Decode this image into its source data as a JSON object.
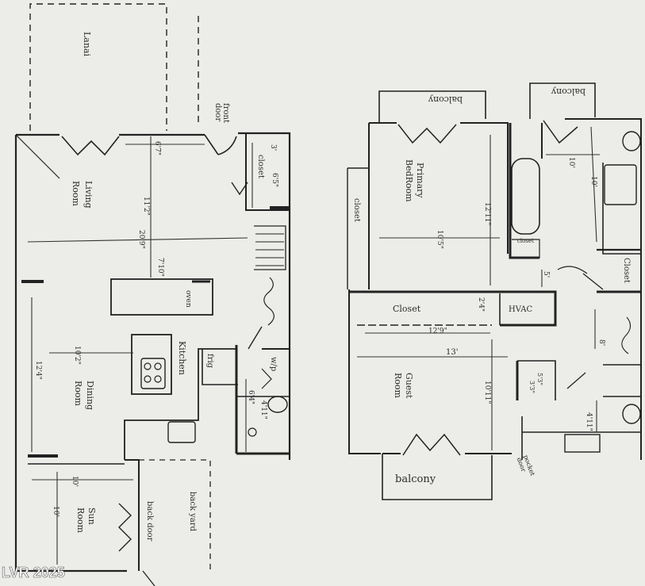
{
  "watermark": "LVR 2025",
  "first_floor": {
    "lanai": "Lanai",
    "front_door": [
      "front",
      "door"
    ],
    "closet": "closet",
    "closet_dims": [
      "3'",
      "6'5\""
    ],
    "living_room": [
      "Living",
      "Room"
    ],
    "dim_6_7": "6'7\"",
    "dim_11_2": "11'2\"",
    "dim_20_9": "20'9\"",
    "dim_7_10": "7'10\"",
    "oven": "oven",
    "kitchen": "Kitchen",
    "frig": "frig",
    "wip": "w/p",
    "dim_10_2": "10'2\"",
    "dim_12_4": "12'4\"",
    "dining_room": [
      "Dining",
      "Room"
    ],
    "dim_6_4": "6'4\"",
    "dim_4_11": "4'11\"",
    "dim_10": "10'",
    "sun_room": [
      "Sun",
      "Room"
    ],
    "back_door": "back door",
    "back_yard": "back yard"
  },
  "second_floor": {
    "balcony_top_left": "balcony",
    "balcony_top_right": "balcony",
    "primary_bedroom": [
      "Primary",
      "BedRoom"
    ],
    "closet_left": "closet",
    "dim_12_11": "12'11\"",
    "dim_10_5": "10'5\"",
    "dim_10a": "10'",
    "dim_10b": "10'",
    "closet_small": "closet",
    "dim_5": "5'",
    "closet_right": "Closet",
    "closet_middle": "Closet",
    "dim_2_4": "2'4\"",
    "hvac": "HVAC",
    "dim_12_9": "12'9\"",
    "dim_13": "13'",
    "dim_8": "8'",
    "guest_room": [
      "Guest",
      "Room"
    ],
    "dim_10_11": "10'11\"",
    "dim_5_3": "5'3\"",
    "dim_3_3": "3'3\"",
    "dim_4_11": "4'11\"",
    "balcony_bottom": "balcony",
    "pocket_door": [
      "pocket",
      "door"
    ]
  }
}
